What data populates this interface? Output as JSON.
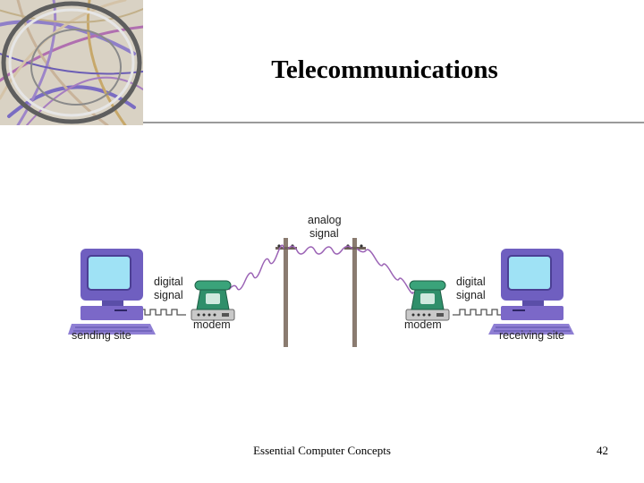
{
  "slide": {
    "title": "Telecommunications",
    "footer": "Essential Computer Concepts",
    "page_number": "42"
  },
  "diagram": {
    "analog_signal_label": [
      "analog",
      "signal"
    ],
    "left_digital_label": [
      "digital",
      "signal"
    ],
    "right_digital_label": [
      "digital",
      "signal"
    ],
    "left_modem_label": "modem",
    "right_modem_label": "modem",
    "sending_site_label": "sending site",
    "receiving_site_label": "receiving site"
  },
  "colors": {
    "computer": "#7b68c8",
    "screen": "#9fe2f5",
    "phone": "#2f8f6a",
    "pole": "#8a7b70",
    "cable": "#9b63b5"
  }
}
